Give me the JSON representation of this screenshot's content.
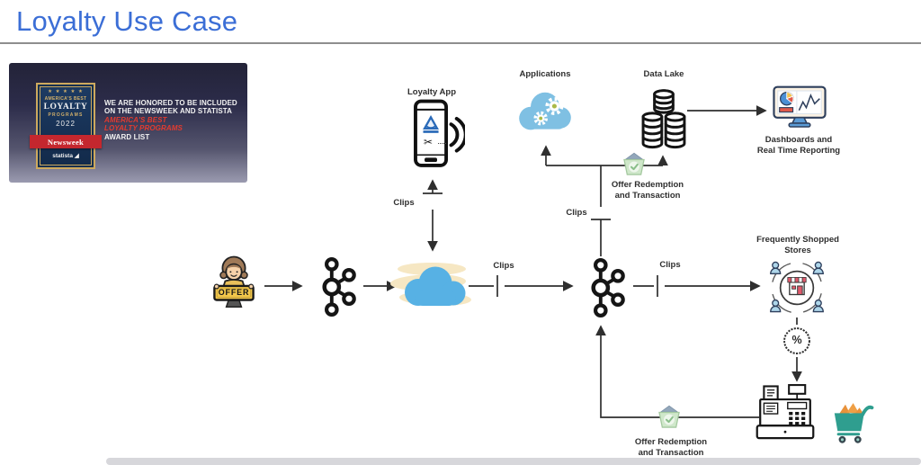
{
  "title": "Loyalty Use Case",
  "award_banner": {
    "plaque": {
      "stars": "★ ★ ★ ★ ★",
      "kicker": "AMERICA'S BEST",
      "title": "LOYALTY",
      "subtitle": "PROGRAMS",
      "year": "2022",
      "ribbon": "Newsweek",
      "footer": "statista ◢"
    },
    "message_lines": [
      {
        "text": "WE ARE HONORED TO BE INCLUDED",
        "style": "white"
      },
      {
        "text": "ON THE NEWSWEEK AND STATISTA",
        "style": "white"
      },
      {
        "text": "AMERICA'S BEST",
        "style": "red"
      },
      {
        "text": "LOYALTY PROGRAMS",
        "style": "red"
      },
      {
        "text": "AWARD LIST",
        "style": "white"
      }
    ]
  },
  "diagram": {
    "offer_sign": "OFFER",
    "labels": {
      "loyalty_app": "Loyalty App",
      "applications": "Applications",
      "data_lake": "Data Lake",
      "dashboards_line1": "Dashboards and",
      "dashboards_line2": "Real Time Reporting",
      "stores_line1": "Frequently Shopped",
      "stores_line2": "Stores",
      "clips": "Clips",
      "offer_redemption_line1": "Offer Redemption",
      "offer_redemption_line2": "and Transaction",
      "percent": "%"
    },
    "icon_glyphs": {
      "scissors": "✂"
    },
    "colors": {
      "title_blue": "#3b6ed6",
      "stream_cloud_blue": "#57b1e4",
      "applications_cloud_blue": "#7fc0e3",
      "cart_teal": "#2f9e8f",
      "ribbon_red": "#c4272e",
      "award_red": "#e13b30"
    }
  }
}
